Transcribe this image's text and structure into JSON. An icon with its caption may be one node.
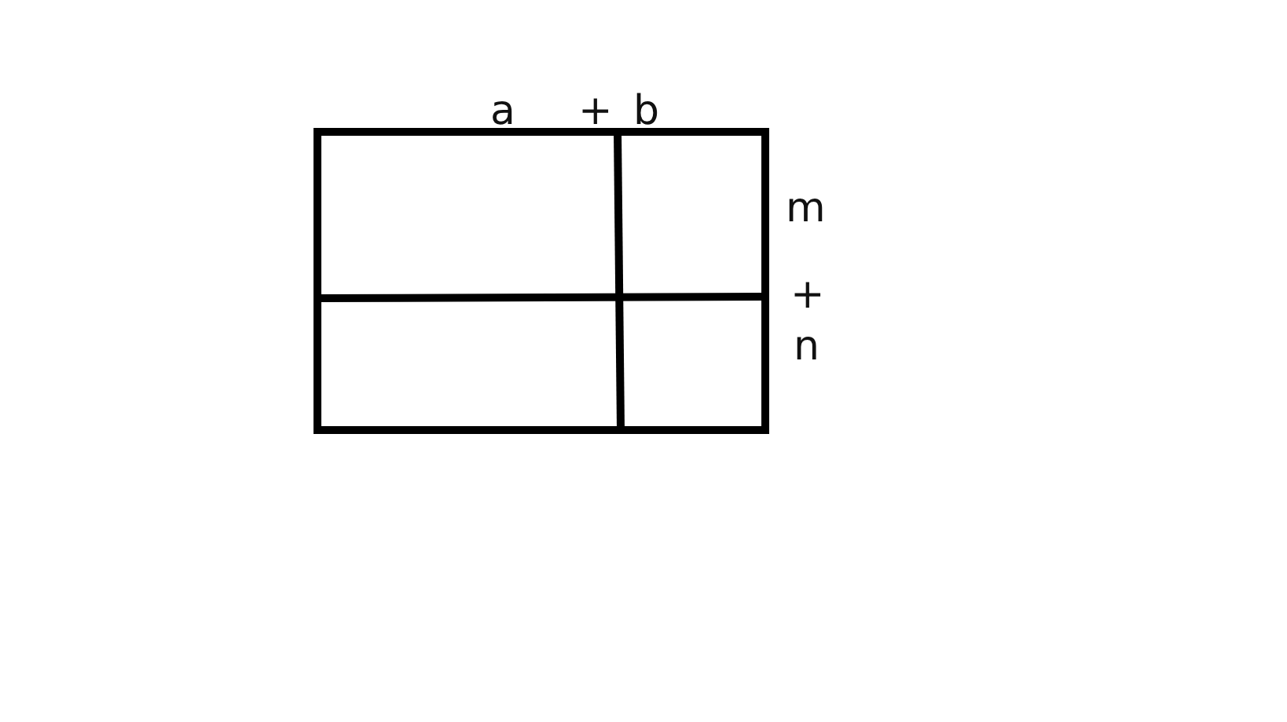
{
  "diagram": {
    "labels": [
      "a",
      "+",
      "b",
      "m",
      "+",
      "n"
    ]
  }
}
